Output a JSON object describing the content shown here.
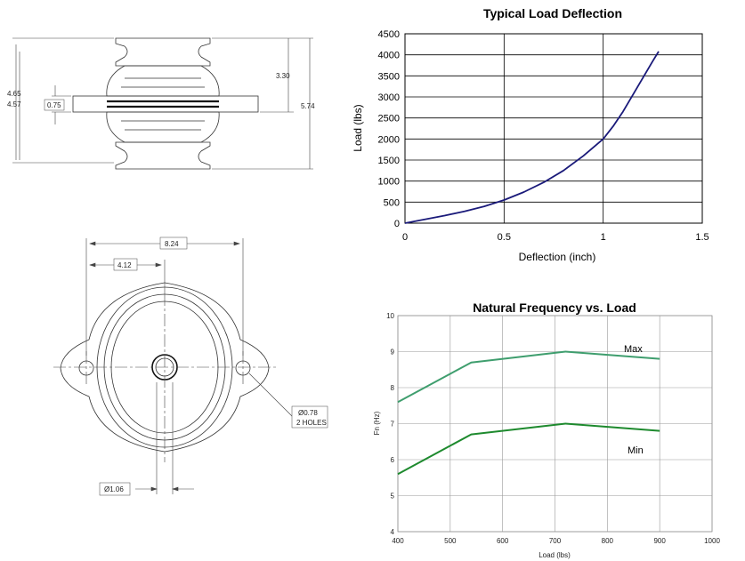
{
  "drawing": {
    "side_view": {
      "dim_height_inner": "4.65",
      "dim_height_outer": "4.57",
      "dim_flange_thickness": "0.75",
      "dim_upper_height": "3.30",
      "dim_total_height": "5.74"
    },
    "top_view": {
      "dim_overall_width": "8.24",
      "dim_half_width": "4.12",
      "dim_hole_diameter": "Ø0.78",
      "dim_hole_count": "2 HOLES",
      "dim_center_bore": "Ø1.06"
    }
  },
  "chart_data": [
    {
      "type": "line",
      "title": "Typical Load Deflection",
      "xlabel": "Deflection (inch)",
      "ylabel": "Load (lbs)",
      "xlim": [
        0,
        1.5
      ],
      "ylim": [
        0,
        4500
      ],
      "xticks": [
        "0",
        "0.5",
        "1",
        "1.5"
      ],
      "yticks": [
        "0",
        "500",
        "1000",
        "1500",
        "2000",
        "2500",
        "3000",
        "3500",
        "4000",
        "4500"
      ],
      "grid": true,
      "series": [
        {
          "color": "#1a1a7a",
          "x": [
            0,
            0.1,
            0.2,
            0.3,
            0.4,
            0.5,
            0.6,
            0.7,
            0.8,
            0.9,
            1.0,
            1.05,
            1.1,
            1.15,
            1.2,
            1.25,
            1.28
          ],
          "y": [
            0,
            90,
            180,
            280,
            400,
            550,
            740,
            970,
            1250,
            1600,
            2000,
            2300,
            2650,
            3050,
            3450,
            3850,
            4080
          ]
        }
      ]
    },
    {
      "type": "line",
      "title": "Natural Frequency vs. Load",
      "xlabel": "Load (lbs)",
      "ylabel": "Fn (Hz)",
      "xlim": [
        400,
        1000
      ],
      "ylim": [
        4,
        10
      ],
      "xticks": [
        "400",
        "500",
        "600",
        "700",
        "800",
        "900",
        "1000"
      ],
      "yticks": [
        "4",
        "5",
        "6",
        "7",
        "8",
        "9",
        "10"
      ],
      "grid": true,
      "series": [
        {
          "name": "Max",
          "color": "#3f9e6e",
          "x": [
            400,
            540,
            720,
            900
          ],
          "y": [
            7.6,
            8.7,
            9.0,
            8.8
          ]
        },
        {
          "name": "Min",
          "color": "#1e8a2e",
          "x": [
            400,
            540,
            720,
            900
          ],
          "y": [
            5.6,
            6.7,
            7.0,
            6.8
          ]
        }
      ]
    }
  ]
}
